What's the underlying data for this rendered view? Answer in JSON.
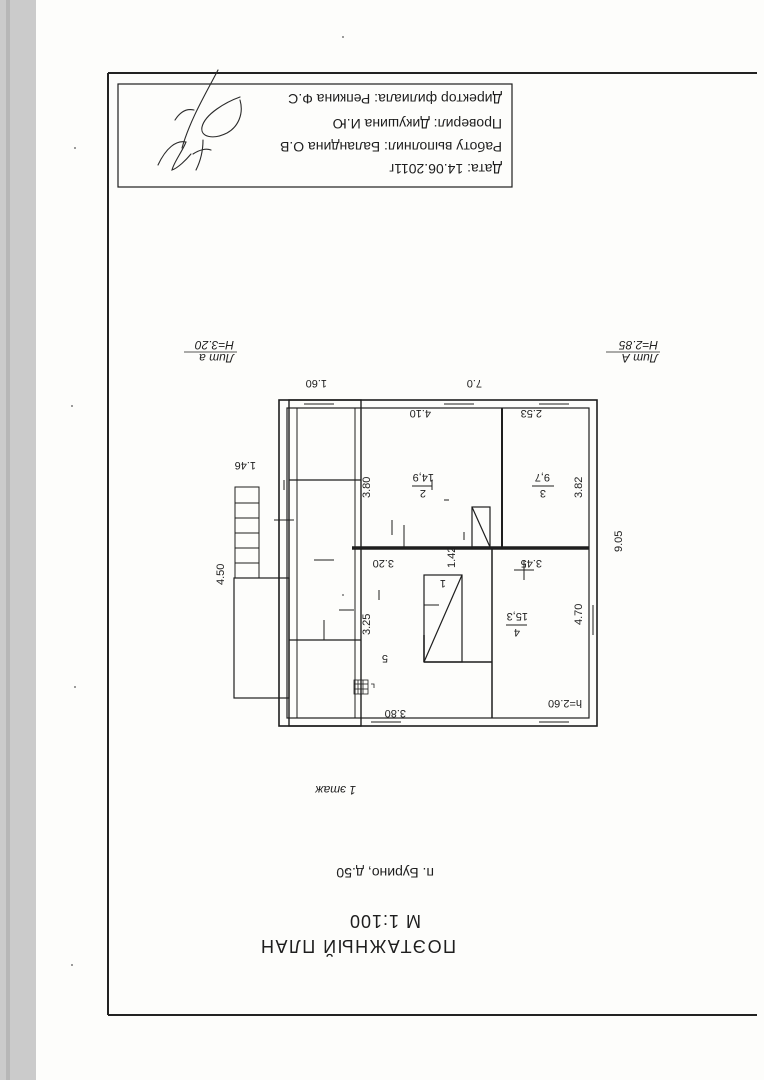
{
  "document": {
    "title": "ПОЭТАЖНЫЙ ПЛАН",
    "scale": "М 1:100",
    "address": "п. Бурино,  д.50",
    "floor": "1 этаж"
  },
  "stamp": {
    "date": "Дата:  14.06.2011г",
    "performed_by": "Работу выполнил:  Баландина О.В",
    "checked_by": "Проверил:  Дикушина И.Ю",
    "director": "Директор филиала:  Репкина Ф.С"
  },
  "plan": {
    "litera_main": "Лит А",
    "litera_main_height": "H=2.85",
    "litera_porch": "Лит а",
    "litera_porch_height": "H=3.20",
    "dims": {
      "top_porch": "1.60",
      "top_main": "7.0",
      "left_total": "9.05",
      "stair_width": "1.46",
      "porch_length": "4.50",
      "room2_width": "4.10",
      "room3_width": "2.53",
      "room2_length": "3.80",
      "room3_length": "3.82",
      "corridor_width": "3.20",
      "room4_width": "3.45",
      "corridor_small": "1.42",
      "room4_length": "4.70",
      "room5_length": "3.25",
      "bottom_room5": "3.80",
      "ceiling": "h=2.60"
    },
    "rooms": [
      {
        "number": "2",
        "area": "14,9"
      },
      {
        "number": "3",
        "area": "9,7"
      },
      {
        "number": "4",
        "area": "15,3"
      },
      {
        "number": "1",
        "area": ""
      },
      {
        "number": "5",
        "area": ""
      }
    ]
  },
  "colors": {
    "ink": "#1e1e1e",
    "paper": "#fdfdfb",
    "scan_edge": "#c9c9c9"
  }
}
